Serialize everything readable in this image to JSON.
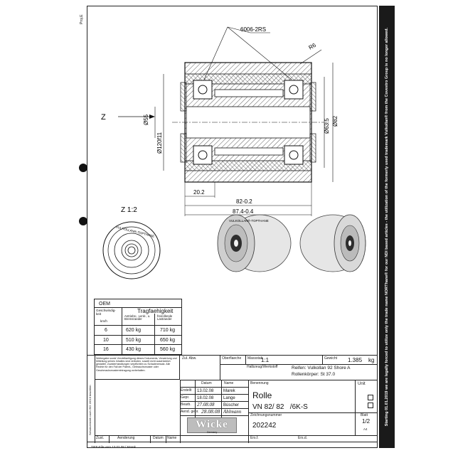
{
  "drawing": {
    "bearing_label": "6006-2RS",
    "radius_label": "R6",
    "view_arrow_label": "Z",
    "dim_d55": "Ø55",
    "dim_d120": "Ø120f11",
    "dim_d63": "Ø63.5",
    "dim_d82": "Ø82",
    "dim_20": "20.2",
    "dim_82": "82-0.2",
    "dim_874": "87.4-0.4",
    "view_z_title": "Z 1:2",
    "brand_on_wheel": "VULKOLLAN®-TOPTHANE",
    "corner_mark": "Proj.E"
  },
  "load_table": {
    "oem": "OEM",
    "speed_header": "Geschwindig-keit",
    "speed_unit": "km/h",
    "capacity_header": "Tragfaehigkeit",
    "col_drive": "Antriebs-, Lenk-, u. Bremsraeder",
    "col_free": "freirollende Lastraeder",
    "rows": [
      {
        "speed": "6",
        "drive": "620 kg",
        "free": "710 kg"
      },
      {
        "speed": "10",
        "drive": "510 kg",
        "free": "650 kg"
      },
      {
        "speed": "16",
        "drive": "430 kg",
        "free": "560 kg"
      }
    ]
  },
  "copyright_note": "Weitergabe sowie Vervielfaeltigung dieses Dokuments, Verwertung und Mitteilung seines Inhaltes sind verboten, soweit nicht ausdrücklich gestattet. Zuwiderhandlungen verpflichten zu Schadenersatz. Alle Rechte für den Fall der Patent-, Gebrauchsmuster oder Geschmacksmustereintragung vorbehalten.",
  "title_block": {
    "zul_abw": "Zul. Abw.",
    "oberflaeche": "Oberflaeche",
    "massstab_label": "Massstab",
    "massstab_value": "1:1",
    "gewicht_label": "Gewicht",
    "gewicht_value": "1.385",
    "gewicht_unit": "kg",
    "halbzeug_label": "Halbzeug/Werkstoff",
    "material_1": "Reifen: Vulkollan 92 Shore A",
    "material_2": "Rollenkörper: St 37.0",
    "datum_header": "Datum",
    "name_header": "Name",
    "rows": [
      {
        "label": "Erstellt",
        "date": "13.02.08",
        "name": "Marek"
      },
      {
        "label": "Gepr.",
        "date": "18.02.08",
        "name": "Lange"
      },
      {
        "label": "Bearb.",
        "date": "27.08.08",
        "name": "Büscher"
      },
      {
        "label": "Aend. gepr.",
        "date": "28.08.08",
        "name": "Ahlmann"
      }
    ],
    "benennung_label": "Benennung",
    "title_1": "Rolle",
    "title_2": "VN 82/ 82   /6K-S",
    "zeichnungsnummer_label": "Zeichnungsnummer",
    "drawing_number": "202242",
    "unit_label": "Unit",
    "blatt_label": "Blatt",
    "blatt_value": "1/2",
    "format": "A4",
    "company": "Wicke",
    "company_sub": "Germany",
    "zust": "Zust.",
    "aenderung": "Aenderung",
    "datum": "Datum",
    "name": "Name",
    "ers_f": "Ers.f.",
    "ers_d": "Ers.d.",
    "side_note": "Schutzvermerk nach ISO 16016 beachten",
    "tiff": "TIFF-File vom 13.02.08 / Marek"
  },
  "side_strip": "Starting 01.01.2019 we are legally forced to utilize only the trade name NORThane® for our NDI based articles - the utilization of the formerly used trademark Vulkollan® from the Covestro Group is no longer allowed."
}
